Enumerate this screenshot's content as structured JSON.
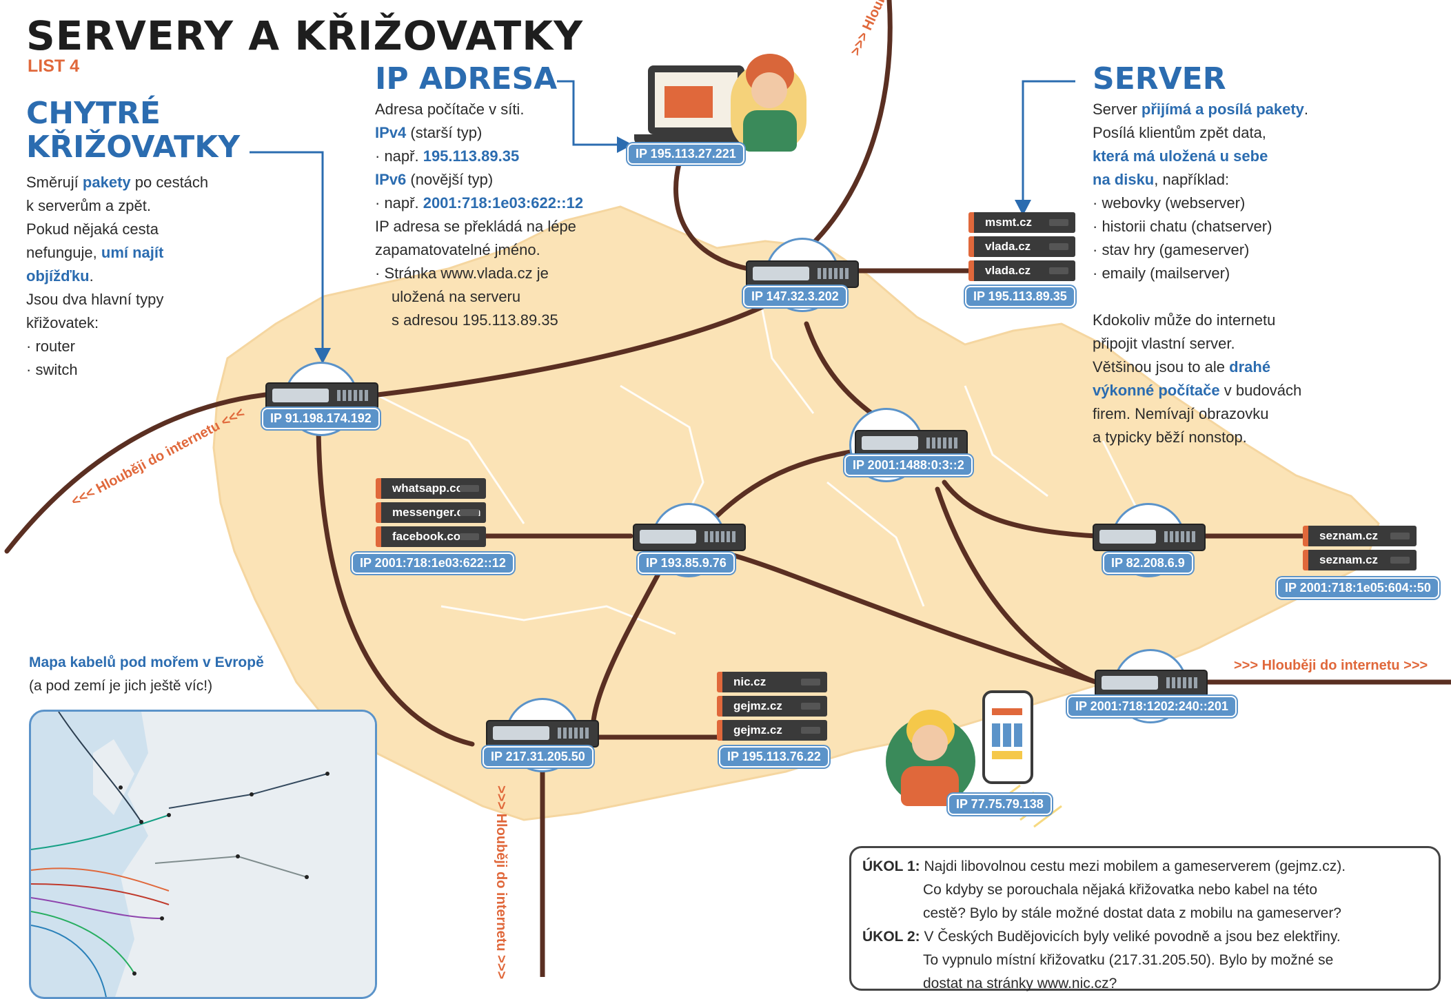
{
  "title": "SERVERY A KŘIŽOVATKY",
  "subtitle": "LIST 4",
  "smart": {
    "heading_1": "CHYTRÉ",
    "heading_2": "KŘIŽOVATKY",
    "l1": "Směrují ",
    "l1_hl": "pakety",
    "l1_b": " po cestách",
    "l2": "k serverům a zpět.",
    "l3": "Pokud nějaká cesta",
    "l4": "nefunguje, ",
    "l4_hl": "umí najít",
    "l5_hl": "objížďku",
    "l5": ".",
    "l6": "Jsou dva hlavní typy",
    "l7": "křižovatek:",
    "l8": "· router",
    "l9": "· switch"
  },
  "ipaddr": {
    "heading": "IP ADRESA",
    "l1": "Adresa počítače v síti.",
    "l2_hl": "IPv4",
    "l2": " (starší typ)",
    "l3": "· např. ",
    "l3_hl": "195.113.89.35",
    "l4_hl": "IPv6",
    "l4": " (novější typ)",
    "l5": "· např. ",
    "l5_hl": "2001:718:1e03:622::12",
    "l6": "IP adresa se překládá na lépe",
    "l7": "zapamatovatelné jméno.",
    "l8": "·  Stránka www.vlada.cz je",
    "l9": "uložená na serveru",
    "l10": "s adresou 195.113.89.35"
  },
  "server": {
    "heading": "SERVER",
    "l1": "Server ",
    "l1_hl": "přijímá a posílá pakety",
    "l1_b": ".",
    "l2": "Posílá klientům zpět data,",
    "l3_hl": "která má uložená u sebe",
    "l4_hl": "na disku",
    "l4": ", například:",
    "l5": "· webovky (webserver)",
    "l6": "· historii chatu (chatserver)",
    "l7": "· stav hry (gameserver)",
    "l8": "· emaily (mailserver)",
    "p1": "Kdokoliv může do internetu",
    "p2": "připojit vlastní server.",
    "p3": "Většinou jsou to ale ",
    "p3_hl": "drahé",
    "p4_hl": "výkonné počítače",
    "p4": " v budovách",
    "p5": "firem. Nemívají obrazovku",
    "p6": "a typicky běží nonstop."
  },
  "ips": {
    "laptop": "IP 195.113.27.221",
    "r_top": "IP 147.32.3.202",
    "srv_vlada": "IP 195.113.89.35",
    "r_left": "IP 91.198.174.192",
    "r_mid": "IP 2001:1488:0:3::2",
    "srv_fb": "IP 2001:718:1e03:622::12",
    "r_center": "IP 193.85.9.76",
    "r_right": "IP 82.208.6.9",
    "srv_seznam": "IP 2001:718:1e05:604::50",
    "r_east": "IP 2001:718:1202:240::201",
    "r_south": "IP 217.31.205.50",
    "srv_nic": "IP 195.113.76.22",
    "phone": "IP 77.75.79.138"
  },
  "servers": {
    "a": [
      "msmt.cz",
      "vlada.cz",
      "vlada.cz"
    ],
    "b": [
      "whatsapp.com",
      "messenger.com",
      "facebook.com"
    ],
    "c": [
      "seznam.cz",
      "seznam.cz"
    ],
    "d": [
      "nic.cz",
      "gejmz.cz",
      "gejmz.cz"
    ]
  },
  "deeper": ">>> Hlouběji do internetu >>>",
  "deeper_left": "<<< Hlouběji do internetu <<<",
  "map_caption_1": "Mapa kabelů pod mořem v Evropě",
  "map_caption_2": "(a pod zemí je jich ještě víc!)",
  "tasks": {
    "t1_label": "ÚKOL 1:",
    "t1_a": "Najdi libovolnou cestu mezi mobilem a gameserverem (gejmz.cz).",
    "t1_b": "Co kdyby se porouchala nějaká křižovatka nebo kabel na této",
    "t1_c": "cestě? Bylo by stále možné dostat data z mobilu na gameserver?",
    "t2_label": "ÚKOL 2:",
    "t2_a": "V Českých Budějovicích byly veliké povodně a jsou bez elektřiny.",
    "t2_b": "To vypnulo místní křižovatku (217.31.205.50). Bylo by možné se",
    "t2_c": "dostat na stránky www.nic.cz?"
  },
  "colors": {
    "accent_blue": "#2b6cb0",
    "accent_orange": "#e0683b",
    "map": "#fbe3b6",
    "cable": "#5a2f22"
  }
}
